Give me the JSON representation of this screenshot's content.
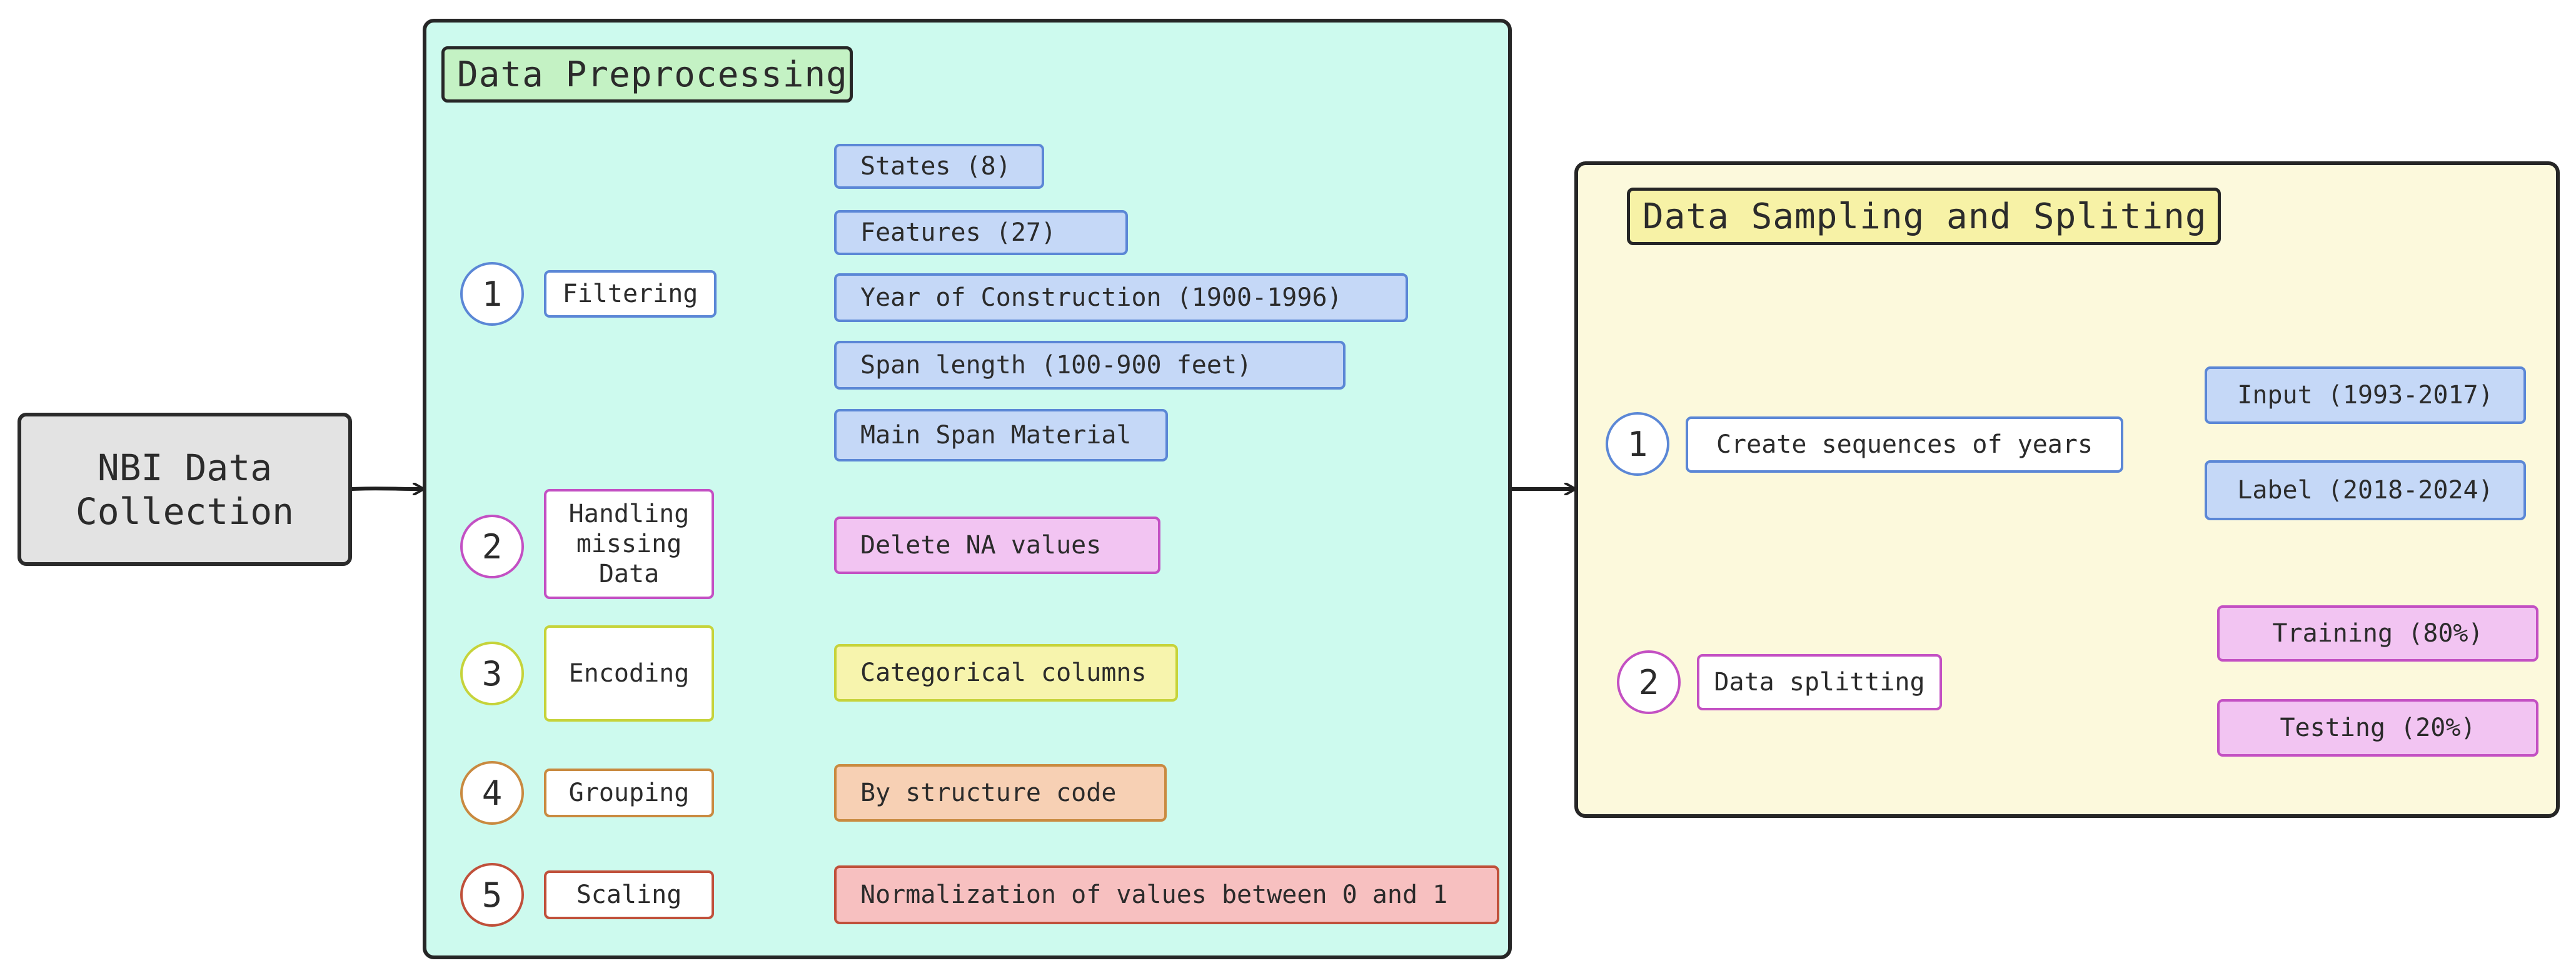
{
  "colors": {
    "preprocessing_bg": "#cdfaee",
    "preprocessing_title_bg": "#c4f2c4",
    "sampling_bg": "#fcf9dc",
    "sampling_title_bg": "#f7f2a6",
    "nbi_bg": "#e3e3e3",
    "blue_fill": "#c5d8f7",
    "blue_border": "#5b87d6",
    "magenta_fill": "#f2c4f2",
    "magenta_border": "#c350c3",
    "yellow_fill": "#f7f4ad",
    "yellow_border": "#c6d33a",
    "orange_fill": "#f7d0b4",
    "orange_border": "#c98a40",
    "red_fill": "#f7c0c0",
    "red_border": "#c0503a",
    "arrow": "#1f1f1f"
  },
  "nbi": {
    "label": "NBI Data\nCollection"
  },
  "preprocessing": {
    "title": "Data Preprocessing",
    "steps": [
      {
        "number": "1",
        "label": "Filtering",
        "color": "#5b87d6",
        "outputs": [
          "States (8)",
          "Features (27)",
          "Year of Construction (1900-1996)",
          "Span length (100-900 feet)",
          "Main Span Material"
        ]
      },
      {
        "number": "2",
        "label": "Handling\nmissing\nData",
        "color": "#c350c3",
        "outputs": [
          "Delete NA values"
        ]
      },
      {
        "number": "3",
        "label": "Encoding",
        "color": "#c6d33a",
        "outputs": [
          "Categorical columns"
        ]
      },
      {
        "number": "4",
        "label": "Grouping",
        "color": "#c98a40",
        "outputs": [
          "By structure code"
        ]
      },
      {
        "number": "5",
        "label": "Scaling",
        "color": "#c0503a",
        "outputs": [
          "Normalization of values between 0 and 1"
        ]
      }
    ]
  },
  "sampling": {
    "title": "Data Sampling and Spliting",
    "steps": [
      {
        "number": "1",
        "label": "Create sequences of years",
        "color": "#5b87d6",
        "outputs": [
          "Input (1993-2017)",
          "Label (2018-2024)"
        ]
      },
      {
        "number": "2",
        "label": "Data splitting",
        "color": "#c350c3",
        "outputs": [
          "Training (80%)",
          "Testing (20%)"
        ]
      }
    ]
  }
}
